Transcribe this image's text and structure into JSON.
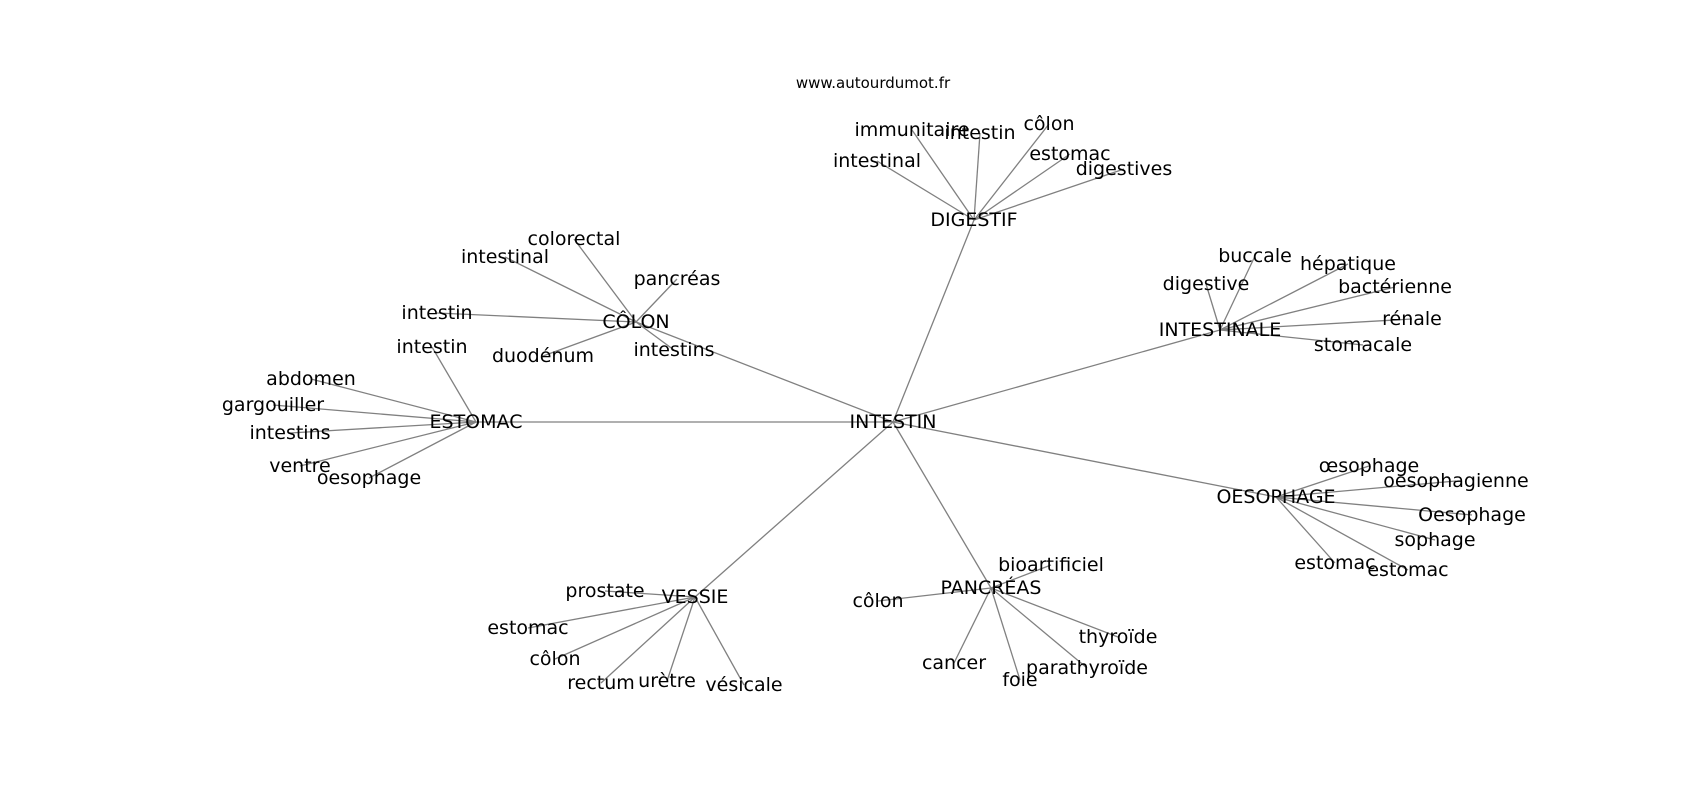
{
  "source": "www.autourdumot.fr",
  "center": "INTESTIN",
  "hubs": [
    {
      "id": "colon",
      "label": "CÔLON",
      "neighbors": [
        "colorectal",
        "intestinal",
        "pancréas",
        "intestin",
        "duodénum",
        "intestins"
      ]
    },
    {
      "id": "digestif",
      "label": "DIGESTIF",
      "neighbors": [
        "immunitaire",
        "intestin",
        "côlon",
        "estomac",
        "intestinal",
        "digestives"
      ]
    },
    {
      "id": "intestinale",
      "label": "INTESTINALE",
      "neighbors": [
        "buccale",
        "hépatique",
        "digestive",
        "bactérienne",
        "rénale",
        "stomacale"
      ]
    },
    {
      "id": "estomac",
      "label": "ESTOMAC",
      "neighbors": [
        "intestin",
        "abdomen",
        "gargouiller",
        "intestins",
        "ventre",
        "oesophage"
      ]
    },
    {
      "id": "oesophage",
      "label": "OESOPHAGE",
      "neighbors": [
        "œsophage",
        "oesophagienne",
        "Oesophage",
        "sophage",
        "estomac",
        "estomac"
      ]
    },
    {
      "id": "vessie",
      "label": "VESSIE",
      "neighbors": [
        "prostate",
        "estomac",
        "côlon",
        "rectum",
        "urètre",
        "vésicale"
      ]
    },
    {
      "id": "pancreas",
      "label": "PANCRÉAS",
      "neighbors": [
        "bioartificiel",
        "côlon",
        "thyroïde",
        "cancer",
        "parathyroïde",
        "foie"
      ]
    }
  ]
}
